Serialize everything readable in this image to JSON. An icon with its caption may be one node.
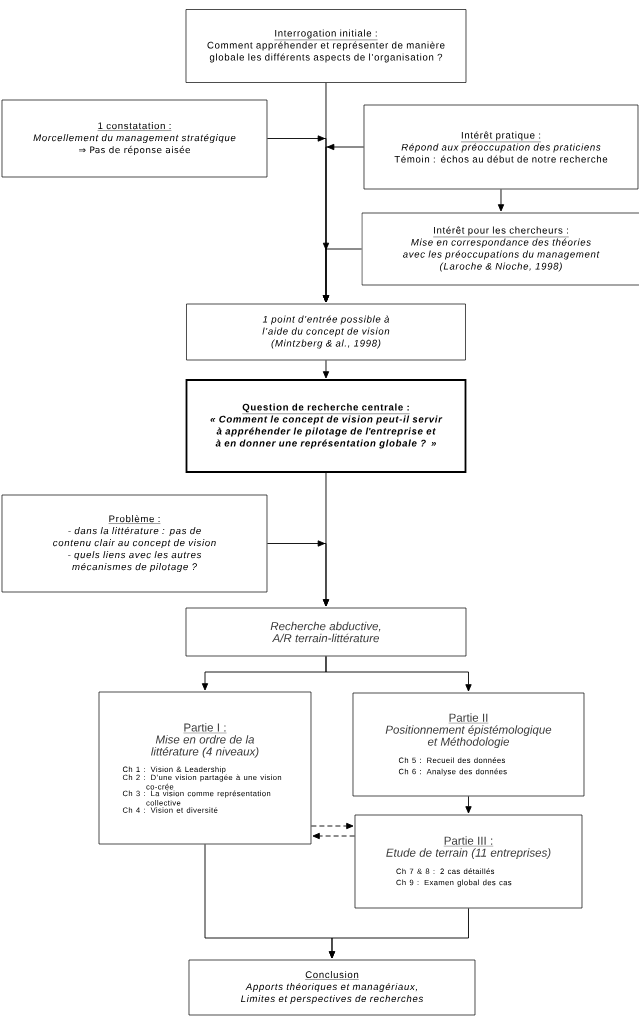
{
  "diagram": {
    "nodes": [
      {
        "text": [
          "Interrogation initiale :",
          "Comment appréhender et représenter de manière globale les différents aspects de l’organisation ?"
        ]
      },
      {
        "text": [
          "1 constatation :",
          "Morcellement du management stratégique",
          "⇒ Pas de réponse aisée"
        ]
      },
      {
        "text": [
          "Intérêt pratique :",
          "Répond aux préoccupation des praticiens",
          "Témoin : échos au début de notre recherche"
        ]
      },
      {
        "text": [
          "Intérêt pour les chercheurs :",
          "Mise en correspondance des théories avec les préoccupations du management",
          "(Laroche & Nioche, 1998)"
        ]
      },
      {
        "text": [
          "1 point d’entrée possible à l’aide du concept de vision",
          "(Mintzberg & al., 1998)"
        ]
      },
      {
        "text": [
          "Question de recherche centrale :",
          "« Comment le concept de vision peut-il servir à appréhender le pilotage de l'entreprise et à en donner une représentation globale ? »"
        ]
      },
      {
        "text": [
          "Problème :",
          "- dans la littérature : pas de  contenu clair au concept de vision",
          "- quels liens avec les autres mécanismes de pilotage ?"
        ]
      },
      {
        "text": [
          "Recherche abductive, A/R terrain-littérature"
        ]
      },
      {
        "text": [
          "Partie I :",
          "Mise en ordre de la littérature (4 niveaux)",
          "Ch 1 : Vision & Leadership",
          "Ch 2 : D’une vision partagée à une vision co-crée",
          "Ch 3 : La vision comme représentation collective",
          "Ch 4 : Vision et diversité"
        ]
      },
      {
        "text": [
          "Partie II",
          "Positionnement épistémologique et Méthodologie",
          "Ch 5 : Recueil des données",
          "Ch 6 : Analyse des données"
        ]
      },
      {
        "text": [
          "Partie III :",
          "Etude de terrain (11 entreprises)",
          "Ch 7 & 8 : 2 cas détaillés",
          "Ch 9 : Examen global des cas"
        ]
      },
      {
        "text": [
          "Conclusion",
          "Apports théoriques et managériaux, Limites et perspectives de recherches"
        ]
      }
    ],
    "edges": [
      {
        "from": 0,
        "to": 4,
        "arrow": "to"
      },
      {
        "from": 1,
        "to": 4,
        "arrow": "to"
      },
      {
        "from": 2,
        "to": 4,
        "arrow": "to"
      },
      {
        "from": 2,
        "to": 3,
        "arrow": "to"
      },
      {
        "from": 3,
        "to": 4,
        "arrow": "to"
      },
      {
        "from": 4,
        "to": 5,
        "arrow": "to"
      },
      {
        "from": 5,
        "to": 7,
        "arrow": "to"
      },
      {
        "from": 6,
        "to": 7,
        "arrow": "to"
      },
      {
        "from": 7,
        "to": 8,
        "arrow": "to"
      },
      {
        "from": 7,
        "to": 9,
        "arrow": "to"
      },
      {
        "from": 9,
        "to": 10,
        "arrow": "to"
      },
      {
        "from": 8,
        "to": 10,
        "arrow": "to",
        "style": "dashed"
      },
      {
        "from": 10,
        "to": 8,
        "arrow": "to",
        "style": "dashed"
      },
      {
        "from": 8,
        "to": 11,
        "arrow": "to"
      },
      {
        "from": 10,
        "to": 11,
        "arrow": "to"
      }
    ]
  }
}
